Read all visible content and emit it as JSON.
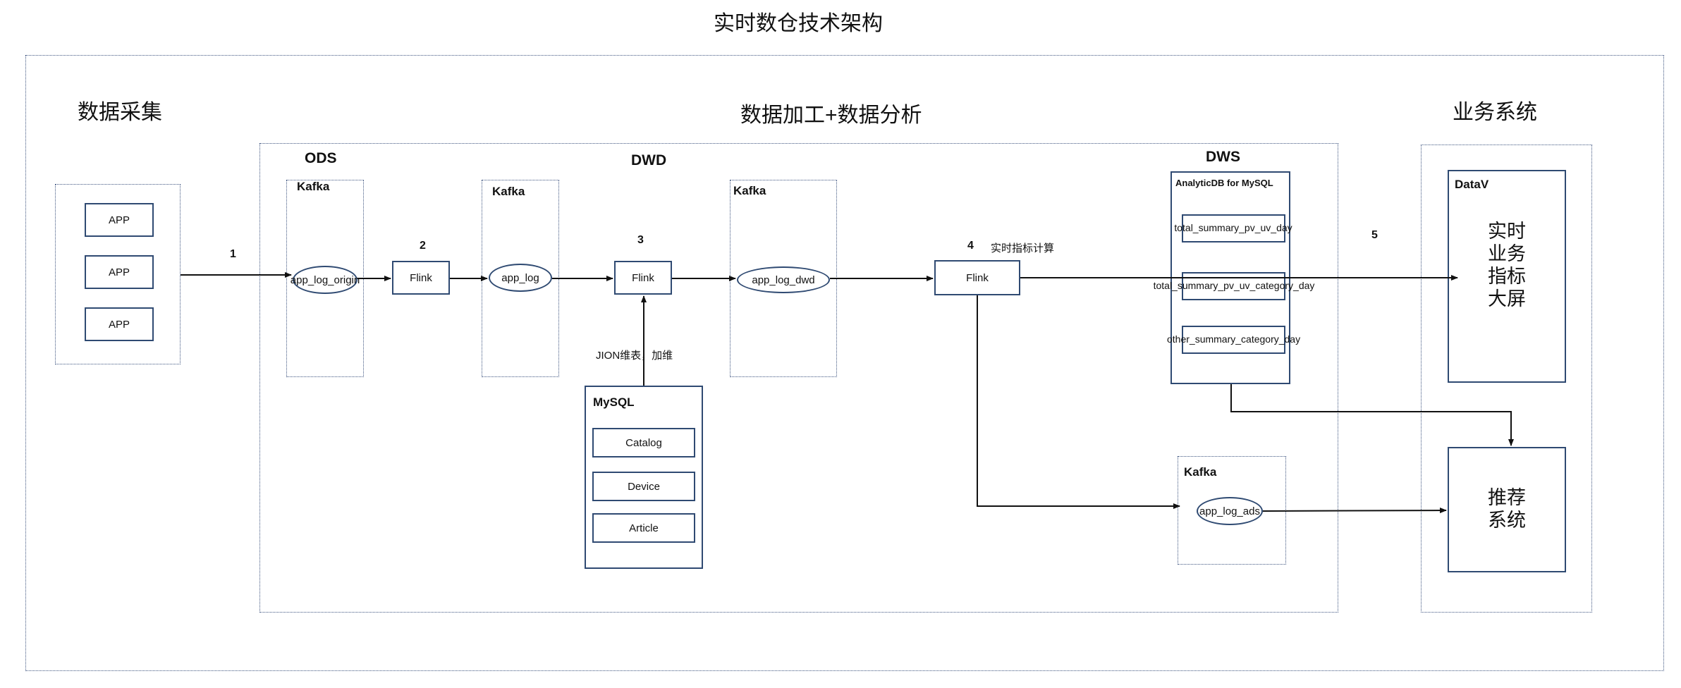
{
  "title": "实时数仓技术架构",
  "sections": {
    "collection": "数据采集",
    "processing": "数据加工+数据分析",
    "business": "业务系统"
  },
  "layers": {
    "ods": "ODS",
    "dwd": "DWD",
    "dws": "DWS"
  },
  "apps": [
    "APP",
    "APP",
    "APP"
  ],
  "ods_kafka": {
    "title": "Kafka",
    "topic": "app_log_origin"
  },
  "dwd_kafka_1": {
    "title": "Kafka",
    "topic": "app_log"
  },
  "dwd_kafka_2": {
    "title": "Kafka",
    "topic": "app_log_dwd"
  },
  "flinks": [
    "Flink",
    "Flink",
    "Flink"
  ],
  "steps": [
    "1",
    "2",
    "3",
    "4",
    "5"
  ],
  "join_note": "JION维表，加维",
  "metric_note": "实时指标计算",
  "mysql": {
    "title": "MySQL",
    "tables": [
      "Catalog",
      "Device",
      "Article"
    ]
  },
  "adb": {
    "title": "AnalyticDB for MySQL",
    "tables": [
      "total_summary_pv_uv_day",
      "total_summary_pv_uv_category_day",
      "other_summary_category_day"
    ]
  },
  "ads_kafka": {
    "title": "Kafka",
    "topic": "app_log_ads"
  },
  "datav": {
    "title": "DataV",
    "label": "实时\n业务\n指标\n大屏"
  },
  "recommend": {
    "label": "推荐\n系统"
  },
  "colors": {
    "border": "#2f4a72",
    "dotted": "#3f5580",
    "line": "#111111"
  }
}
